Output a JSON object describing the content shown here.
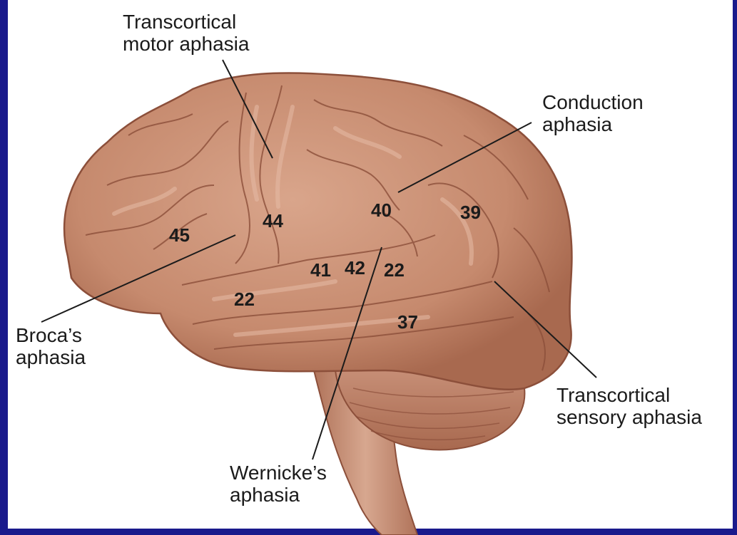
{
  "labels": {
    "transcortical_motor": {
      "line1": "Transcortical",
      "line2": "motor aphasia"
    },
    "conduction": {
      "line1": "Conduction",
      "line2": "aphasia"
    },
    "broca": {
      "line1": "Broca’s",
      "line2": "aphasia"
    },
    "wernicke": {
      "line1": "Wernicke’s",
      "line2": "aphasia"
    },
    "transcortical_sensory": {
      "line1": "Transcortical",
      "line2": "sensory aphasia"
    }
  },
  "areas": {
    "a45": "45",
    "a44": "44",
    "a40": "40",
    "a39": "39",
    "a41": "41",
    "a42": "42",
    "a22_upper": "22",
    "a22_lower": "22",
    "a37": "37"
  },
  "colors": {
    "frame": "#1a1a8c",
    "brain": "#c68a6e",
    "brain_shadow": "#a8694f",
    "gyrus_highlight": "#d9a58b",
    "sulcus": "#8c4f3a"
  }
}
